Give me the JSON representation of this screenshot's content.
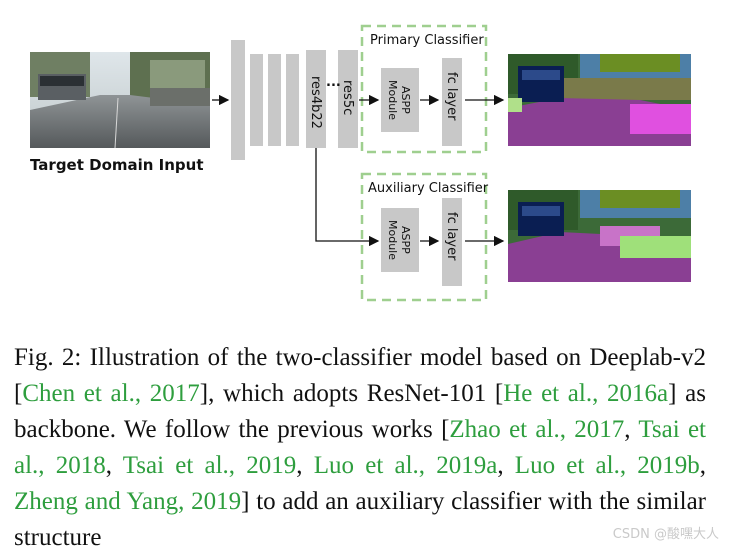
{
  "diagram": {
    "input_label": "Target Domain Input",
    "res4b22_label": "res4b22",
    "res5c_label": "res5c",
    "ellipsis": "...",
    "primary": {
      "title": "Primary Classifier",
      "aspp_line1": "ASPP",
      "aspp_line2": "Module",
      "fc": "fc layer"
    },
    "auxiliary": {
      "title": "Auxiliary Classifier",
      "aspp_line1": "ASPP",
      "aspp_line2": "Module",
      "fc": "fc layer"
    }
  },
  "caption": {
    "s1": "Fig. 2: Illustration of the two-classifier model based on Deeplab-v2 [",
    "c1": "Chen et al., 2017",
    "s2": "], which adopts ResNet-101 [",
    "c2": "He et al., 2016a",
    "s3": "] as backbone. We follow the previous works [",
    "c3": "Zhao et al., 2017",
    "s4": ", ",
    "c4": "Tsai et al., 2018",
    "s5": ", ",
    "c5": "Tsai et al., 2019",
    "s6": ", ",
    "c6": "Luo et al., 2019a",
    "s7": ", ",
    "c7": "Luo et al., 2019b",
    "s8": ", ",
    "c8": "Zheng and Yang, 2019",
    "s9": "] to add an auxiliary classifier with the similar structure"
  },
  "watermark": "CSDN @酸嘿大人",
  "colors": {
    "citation": "#2e9e3e",
    "block_gray": "#c8c8c8",
    "dashed_green": "#9fcf8f"
  }
}
